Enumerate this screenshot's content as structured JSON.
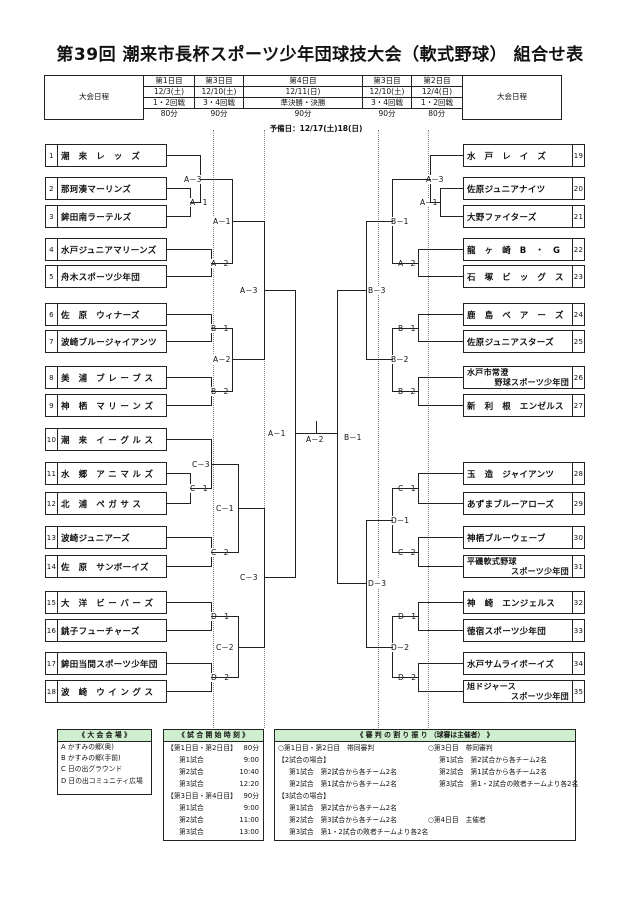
{
  "title": "第39回 潮来市長杯スポーツ少年団球技大会（軟式野球） 組合せ表",
  "schedule": {
    "label": "大会日程",
    "cols": [
      {
        "day": "第1日目",
        "date": "12/3(土)",
        "round": "1・2回戦",
        "time": "80分"
      },
      {
        "day": "第3日目",
        "date": "12/10(土)",
        "round": "3・4回戦",
        "time": "90分"
      },
      {
        "day": "第4日目",
        "date": "12/11(日)",
        "round": "準決勝・決勝",
        "time": "90分"
      },
      {
        "day": "第3日目",
        "date": "12/10(土)",
        "round": "3・4回戦",
        "time": "90分"
      },
      {
        "day": "第2日目",
        "date": "12/4(日)",
        "round": "1・2回戦",
        "time": "80分"
      }
    ],
    "reserve": "予備日：12/17(土)18(日)"
  },
  "left_teams": [
    {
      "num": "1",
      "name": "潮　来　レ　ッ　ズ"
    },
    {
      "num": "2",
      "name": "那珂湊マーリンズ"
    },
    {
      "num": "3",
      "name": "鉾田南ラーテルズ"
    },
    {
      "num": "4",
      "name": "水戸ジュニアマリーンズ"
    },
    {
      "num": "5",
      "name": "舟木スポーツ少年団"
    },
    {
      "num": "6",
      "name": "佐　原　ウィナーズ"
    },
    {
      "num": "7",
      "name": "波崎ブルージャイアンツ"
    },
    {
      "num": "8",
      "name": "美　浦　ブ レ ー ブ ス"
    },
    {
      "num": "9",
      "name": "神　栖　マ リ ー ン ズ"
    },
    {
      "num": "10",
      "name": "潮　来　イ ー グ ル ス"
    },
    {
      "num": "11",
      "name": "水　郷　ア ニ マ ル ズ"
    },
    {
      "num": "12",
      "name": "北　浦　ペ ガ サ ス"
    },
    {
      "num": "13",
      "name": "波崎ジュニアーズ"
    },
    {
      "num": "14",
      "name": "佐　原　サンボーイズ"
    },
    {
      "num": "15",
      "name": "大　洋　ビ ー バ ー ズ"
    },
    {
      "num": "16",
      "name": "銚子フューチャーズ"
    },
    {
      "num": "17",
      "name": "鉾田当間スポーツ少年団"
    },
    {
      "num": "18",
      "name": "波　崎　ウ イ ン グ ス"
    }
  ],
  "right_teams": [
    {
      "num": "19",
      "name": "水　戸　レ　イ　ズ"
    },
    {
      "num": "20",
      "name": "佐原ジュニアナイツ"
    },
    {
      "num": "21",
      "name": "大野ファイターズ"
    },
    {
      "num": "22",
      "name": "龍　ヶ　崎　B　・　G　・　Y"
    },
    {
      "num": "23",
      "name": "石　塚　ビ　ッ　グ　ス"
    },
    {
      "num": "24",
      "name": "鹿　島　ベ　ア　ー　ズ"
    },
    {
      "num": "25",
      "name": "佐原ジュニアスターズ"
    },
    {
      "num": "26",
      "name": "水戸市常澄",
      "name2": "野球スポーツ少年団"
    },
    {
      "num": "27",
      "name": "新　利　根　エンゼルス"
    },
    {
      "num": "28",
      "name": "玉　造　ジャイアンツ"
    },
    {
      "num": "29",
      "name": "あずまブルーアローズ"
    },
    {
      "num": "30",
      "name": "神栖ブルーウェーブ"
    },
    {
      "num": "31",
      "name": "平磯軟式野球",
      "name2": "スポーツ少年団"
    },
    {
      "num": "32",
      "name": "神　崎　エンジェルス"
    },
    {
      "num": "33",
      "name": "徳宿スポーツ少年団"
    },
    {
      "num": "34",
      "name": "水戸サムライボーイズ"
    },
    {
      "num": "35",
      "name": "旭ドジャース",
      "name2": "スポーツ少年団"
    }
  ],
  "match_labels": {
    "la3": "A－3",
    "la1": "A－1",
    "la2": "A－2",
    "lb1": "B－1",
    "lb2": "B－2",
    "lc3": "C－3",
    "lc1": "C－1",
    "lc2": "C－2",
    "ld1": "D－1",
    "ld2": "D－2",
    "l3a1": "A－1",
    "l3a2": "A－2",
    "l3c1": "C－1",
    "l3c2": "C－2",
    "l4a3": "A－3",
    "l4c3": "C－3",
    "sf_l": "A－1",
    "final": "A－2",
    "sf_r": "B－1",
    "ra3": "A－3",
    "ra1": "A－1",
    "ra2": "A－2",
    "rb1": "B－1",
    "rb2": "B－2",
    "rc1": "C－1",
    "rc2": "C－2",
    "rd1": "D－1",
    "rd2": "D－2",
    "r3b1": "B－1",
    "r3b2": "B－2",
    "r3d1": "D－1",
    "r3d2": "D－2",
    "r4b3": "B－3",
    "r4d3": "D－3"
  },
  "venue": {
    "title": "《 大 会 会 場 》",
    "items": [
      "A かすみの郷(奥)",
      "B かすみの郷(手前)",
      "C 日の出グラウンド",
      "D 日の出コミュニティ広場"
    ]
  },
  "start_times": {
    "title": "《 試 合 開 始 時 刻 》",
    "rows": [
      {
        "a": "【第1日目・第2日目】",
        "b": "80分"
      },
      {
        "a": "第1試合",
        "b": "9:00"
      },
      {
        "a": "第2試合",
        "b": "10:40"
      },
      {
        "a": "第3試合",
        "b": "12:20"
      },
      {
        "a": "【第3日目・第4日目】",
        "b": "90分"
      },
      {
        "a": "第1試合",
        "b": "9:00"
      },
      {
        "a": "第2試合",
        "b": "11:00"
      },
      {
        "a": "第3試合",
        "b": "13:00"
      }
    ]
  },
  "umpires": {
    "title": "《 審 判 の 割 り 振 り （球審は主催者） 》",
    "left": [
      "○第1日目・第2日目　帯同審判",
      "【2試合の場合】",
      "第1試合　第2試合から各チーム2名",
      "第2試合　第1試合から各チーム2名",
      "【3試合の場合】",
      "第1試合　第2試合から各チーム2名",
      "第2試合　第3試合から各チーム2名",
      "第3試合　第1・2試合の敗者チームより各2名"
    ],
    "right": [
      "○第3日目　帯同審判",
      "第1試合　第2試合から各チーム2名",
      "第2試合　第1試合から各チーム2名",
      "第3試合　第1・2試合の敗者チームより各2名",
      "",
      "",
      "○第4日目　主催者"
    ]
  }
}
